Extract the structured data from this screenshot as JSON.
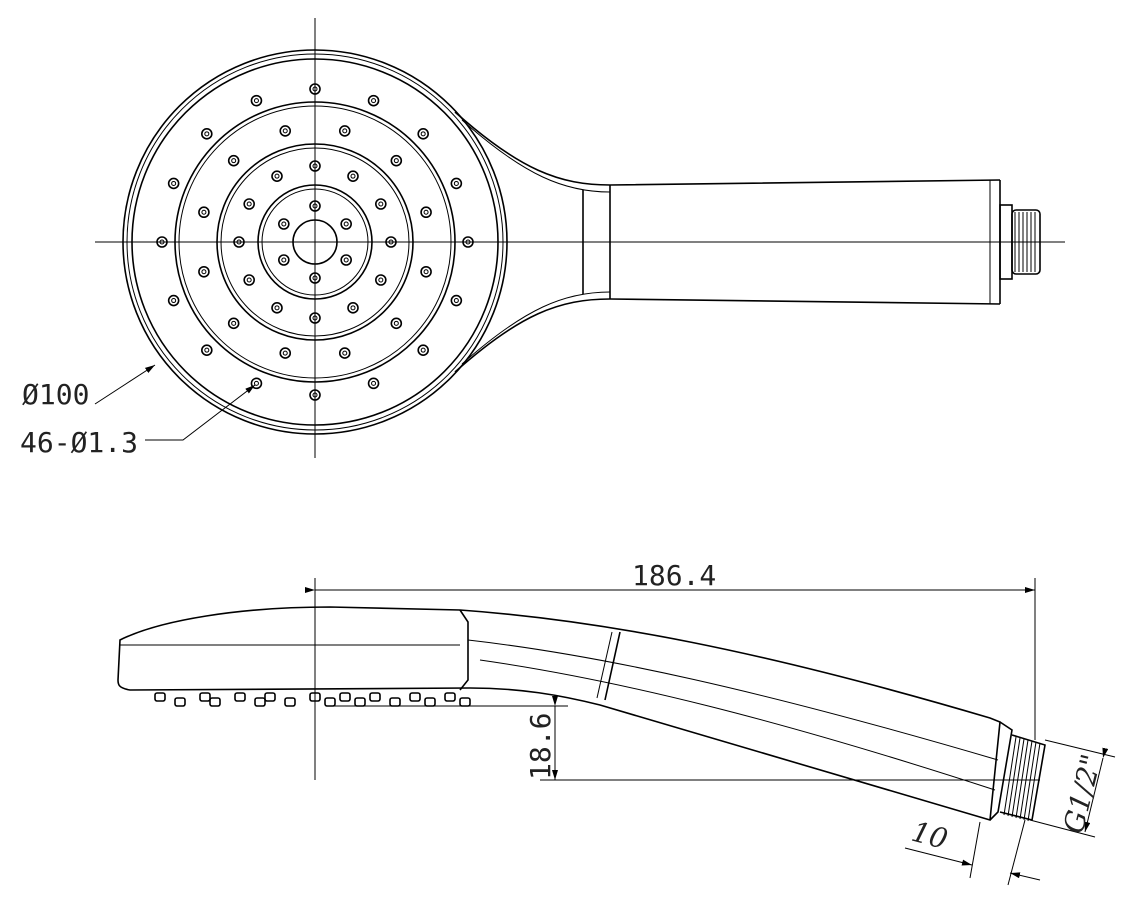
{
  "drawing": {
    "top_view": {
      "diameter_label": "Ø100",
      "holes_label": "46-Ø1.3",
      "hole_rings": [
        6,
        12,
        12,
        16
      ]
    },
    "side_view": {
      "length_label": "186.4",
      "height_label": "18.6",
      "thread_length_label": "10",
      "thread_label": "G1/2\""
    }
  }
}
